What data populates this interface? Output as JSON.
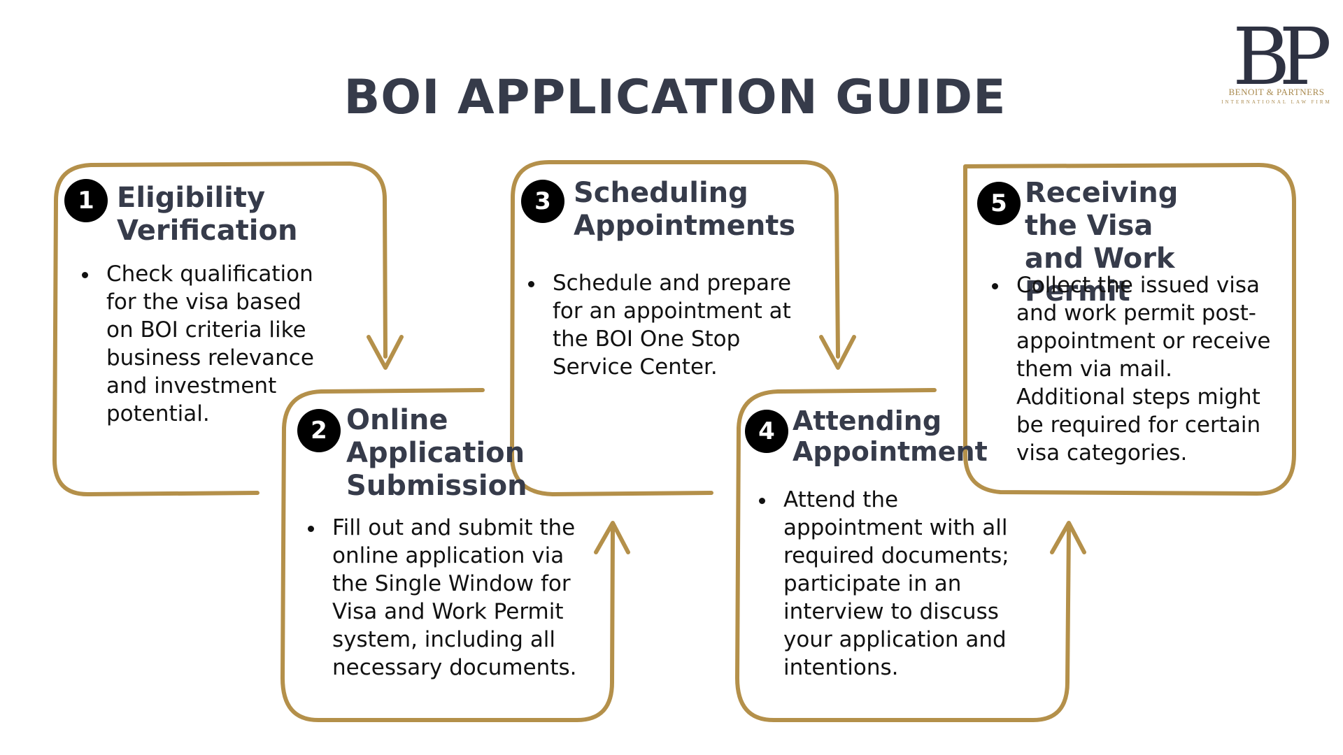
{
  "title": "BOI APPLICATION GUIDE",
  "logo": {
    "monogram": "BP",
    "firm_name": "BENOIT & PARTNERS",
    "tagline": "INTERNATIONAL LAW FIRM"
  },
  "colors": {
    "frame": "#b4904a",
    "title": "#363b4a",
    "badge": "#000000",
    "body_text": "#111111"
  },
  "steps": [
    {
      "number": "1",
      "title_lines": [
        "Eligibility",
        "Verification"
      ],
      "items": [
        "Check qualification for the visa based on BOI criteria like business relevance and investment potential."
      ]
    },
    {
      "number": "2",
      "title_lines": [
        "Online",
        "Application",
        "Submission"
      ],
      "items": [
        "Fill out and submit the online application via the Single Window for Visa and Work Permit system, including all necessary documents."
      ]
    },
    {
      "number": "3",
      "title_lines": [
        "Scheduling",
        "Appointments"
      ],
      "items": [
        "Schedule and prepare for an appointment at the BOI One Stop Service Center."
      ]
    },
    {
      "number": "4",
      "title_lines": [
        "Attending",
        "Appointment"
      ],
      "items": [
        "Attend the appointment with all required documents; participate in an interview to discuss your application and intentions."
      ]
    },
    {
      "number": "5",
      "title_lines": [
        "Receiving the Visa",
        "and Work Permit"
      ],
      "items": [
        "Collect the issued visa and work permit post-appointment or receive them via mail. Additional steps might be required for certain visa categories."
      ]
    }
  ]
}
